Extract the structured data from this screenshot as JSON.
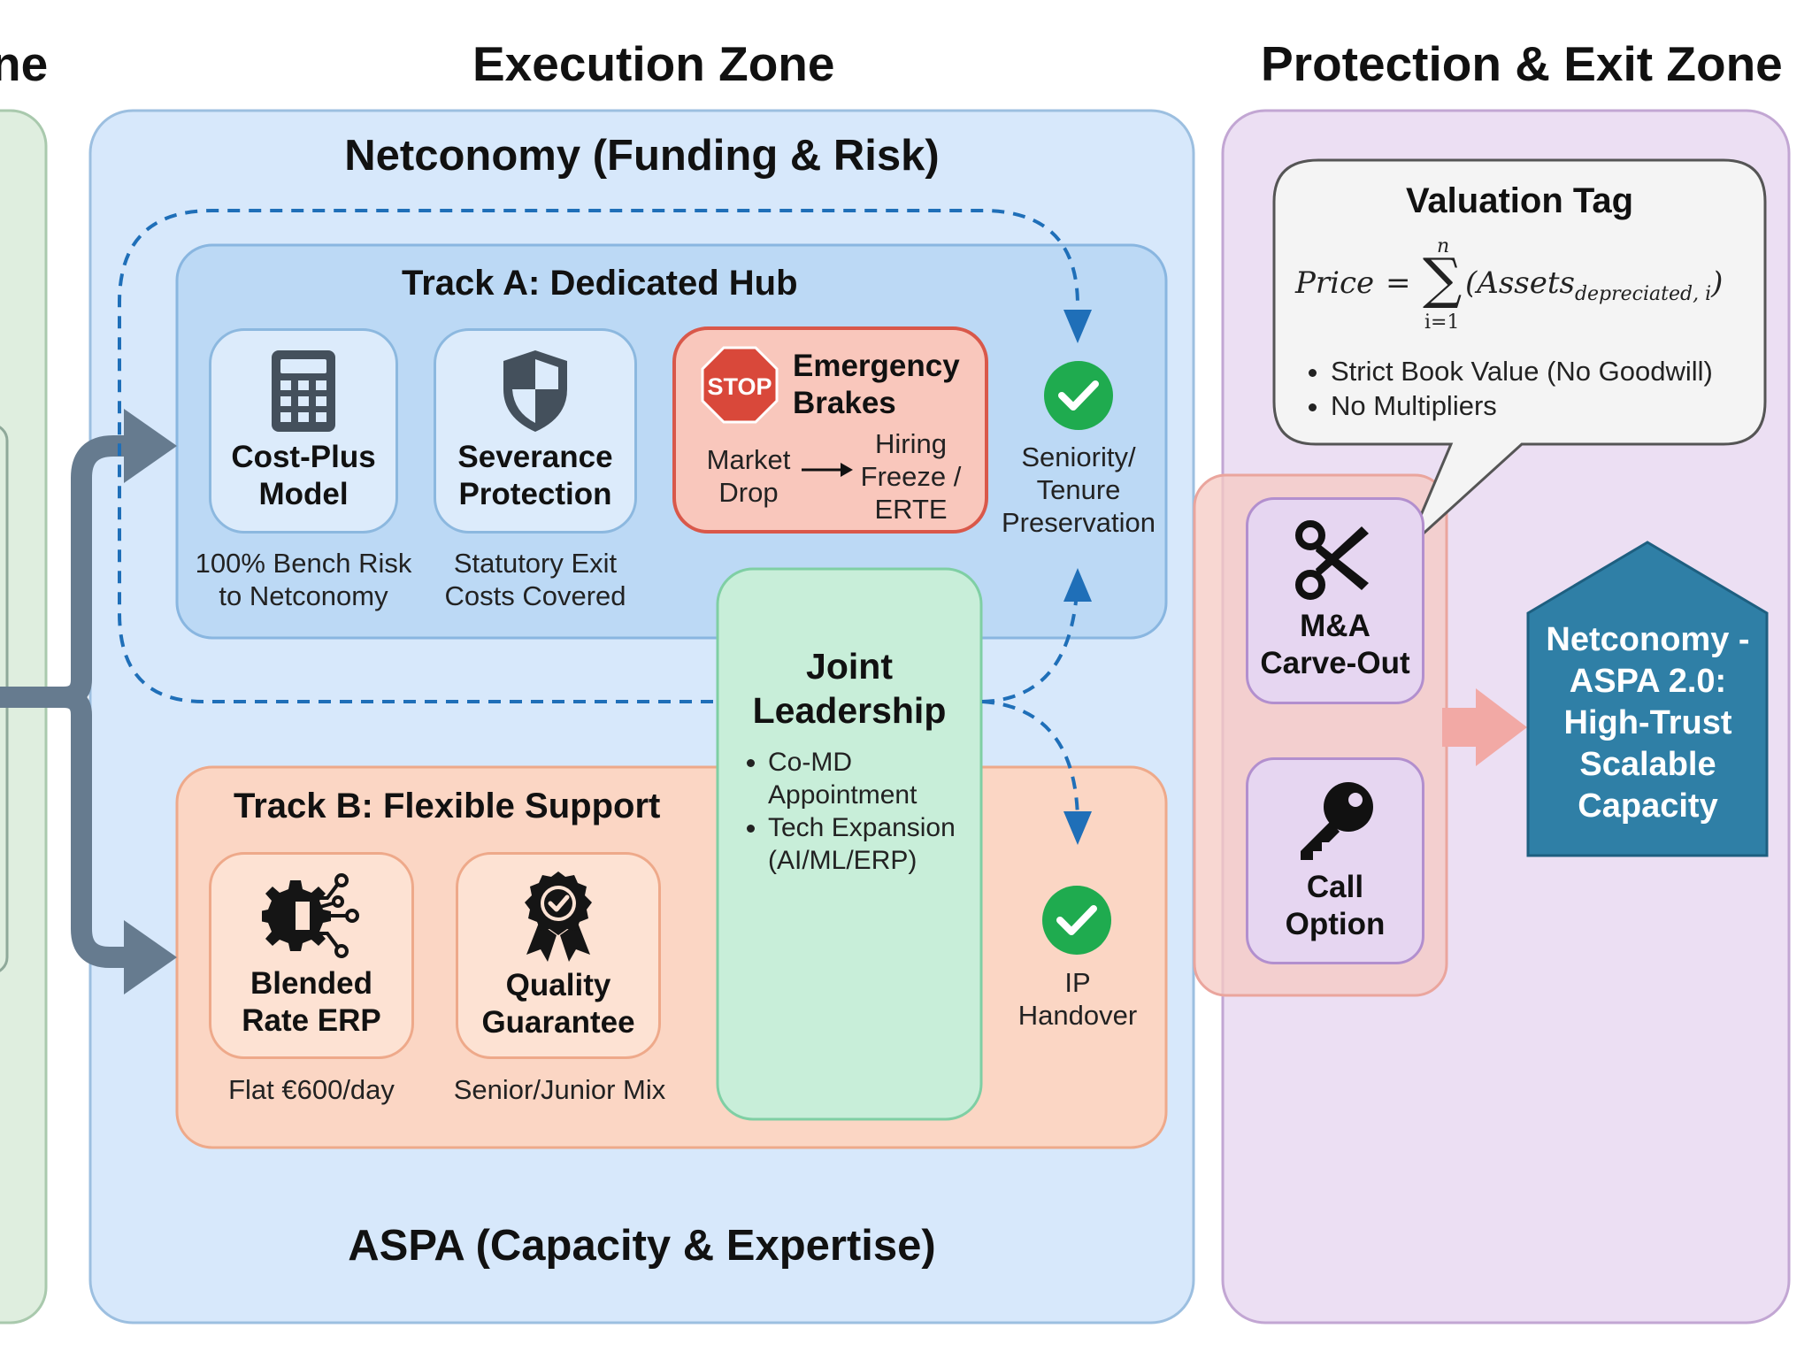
{
  "zones": {
    "left_cut_title": "ne",
    "execution_title": "Execution Zone",
    "protection_title": "Protection & Exit Zone"
  },
  "netconomy_title": "Netconomy (Funding & Risk)",
  "aspa_title": "ASPA (Capacity & Expertise)",
  "track_a": {
    "title": "Track A: Dedicated Hub",
    "cost_plus": {
      "label": "Cost-Plus Model",
      "caption": "100% Bench Risk to Netconomy",
      "icon": "calculator-icon"
    },
    "severance": {
      "label": "Severance Protection",
      "caption": "Statutory Exit Costs Covered",
      "icon": "shield-icon"
    },
    "emergency": {
      "title": "Emergency Brakes",
      "stop_text": "STOP",
      "from": "Market Drop",
      "to": "Hiring Freeze / ERTE"
    },
    "seniority": "Seniority/ Tenure Preservation"
  },
  "track_b": {
    "title": "Track B: Flexible Support",
    "blended": {
      "label": "Blended Rate ERP",
      "caption": "Flat €600/day",
      "icon": "gear-network-icon"
    },
    "quality": {
      "label": "Quality Guarantee",
      "caption": "Senior/Junior Mix",
      "icon": "award-badge-icon"
    },
    "ip_handover": "IP Handover"
  },
  "joint_leadership": {
    "title": "Joint Leadership",
    "bullets": [
      "Co-MD Appointment",
      "Tech Expansion (AI/ML/ERP)"
    ]
  },
  "valuation": {
    "title": "Valuation Tag",
    "formula_lhs": "Price",
    "formula_eq": "=",
    "sum_upper": "n",
    "sum_lower": "i=1",
    "formula_body": "(Assets",
    "formula_sub": "depreciated, i",
    "formula_close": ")",
    "bullets": [
      "Strict Book Value (No Goodwill)",
      "No Multipliers"
    ]
  },
  "exit_options": {
    "carve_out": {
      "label": "M&A Carve-Out",
      "icon": "scissors-icon"
    },
    "call_option": {
      "label": "Call Option",
      "icon": "key-icon"
    }
  },
  "result": "Netconomy - ASPA 2.0: High-Trust Scalable Capacity",
  "colors": {
    "execution_bg": "#d7e8fb",
    "track_a_bg": "#bcd9f5",
    "track_b_bg": "#fbd6c4",
    "joint_bg": "#c8eed9",
    "protection_bg": "#ecdff3",
    "emergency_bg": "#f9c7bc",
    "result_bg": "#2f7fa6",
    "check_green": "#1fab4f",
    "arrow_grey": "#667b8f",
    "dashed_blue": "#1f6fb8"
  }
}
